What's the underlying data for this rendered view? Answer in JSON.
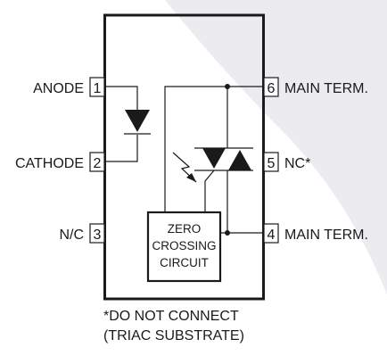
{
  "colors": {
    "background": "#ffffff",
    "watermark": "#ecebf0",
    "ink": "#1a1a1a"
  },
  "pins": [
    {
      "number": "1",
      "label": "ANODE"
    },
    {
      "number": "2",
      "label": "CATHODE"
    },
    {
      "number": "3",
      "label": "N/C"
    },
    {
      "number": "6",
      "label": "MAIN TERM."
    },
    {
      "number": "5",
      "label": "NC*"
    },
    {
      "number": "4",
      "label": "MAIN TERM."
    }
  ],
  "zero_crossing": {
    "line1": "ZERO",
    "line2": "CROSSING",
    "line3": "CIRCUIT"
  },
  "footnote": {
    "line1": "*DO NOT CONNECT",
    "line2": "(TRIAC SUBSTRATE)"
  }
}
